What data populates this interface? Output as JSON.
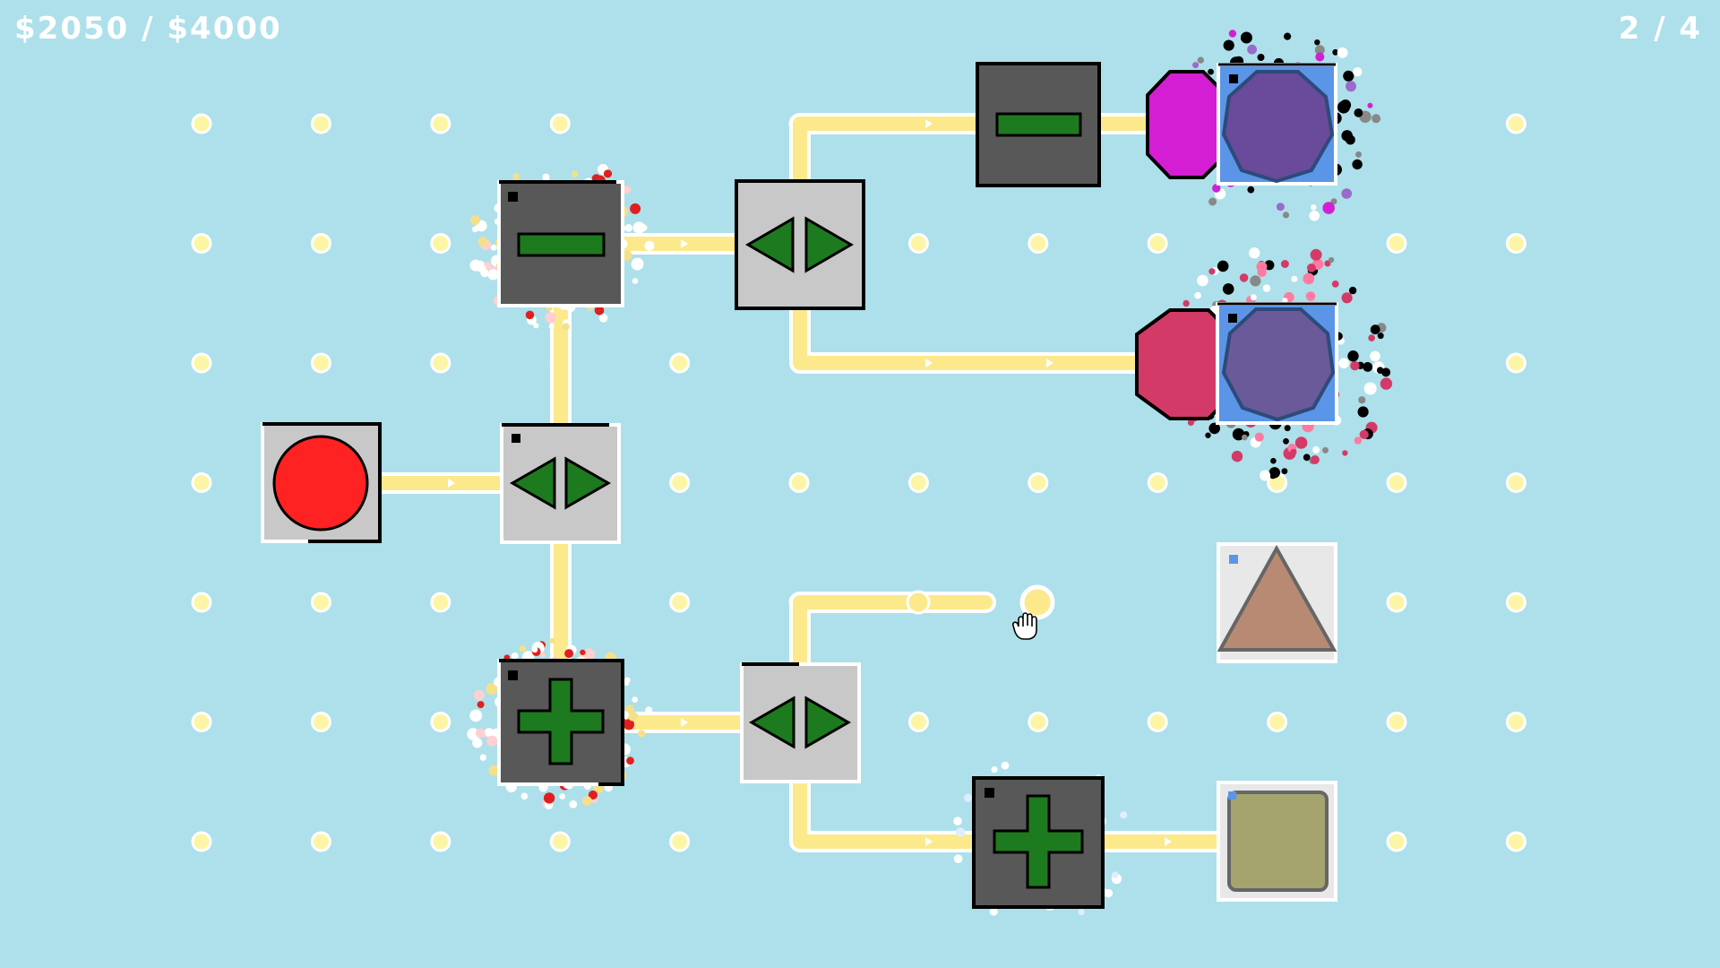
{
  "hud": {
    "money": "$2050 / $4000",
    "level": "2 / 4"
  },
  "palette": {
    "background": "#ade0ea",
    "grid_dot_fill": "#fdf5a6",
    "grid_dot_ring": "#ffffff",
    "conveyor": "#fbe98c",
    "conveyor_edge": "#ffffff",
    "machine_dark": "#585858",
    "machine_light": "#c8c8c8",
    "machine_border": "#000000",
    "symbol_green": "#1e7a1e",
    "source_red": "#ff2222",
    "target_frame": "#5b95e8",
    "target_octagon": "#6a4a9a",
    "magenta_octagon": "#d41ed4",
    "crimson_octagon": "#d43a68",
    "triangle": "#b88a74",
    "olive_square": "#a5a46e"
  },
  "board": {
    "cols": 12,
    "rows": 7,
    "source": {
      "name": "source-red-circle",
      "icon": "red-circle-icon",
      "col": 1,
      "row": 3
    },
    "splitters": [
      {
        "name": "splitter-left-right-1",
        "icon": "left-right-arrows-icon",
        "col": 3,
        "row": 3
      },
      {
        "name": "splitter-left-right-2",
        "icon": "left-right-arrows-icon",
        "col": 5,
        "row": 1
      },
      {
        "name": "splitter-left-right-3",
        "icon": "left-right-arrows-icon",
        "col": 5,
        "row": 5
      }
    ],
    "operators": [
      {
        "name": "minus-machine-1",
        "icon": "minus-icon",
        "col": 3,
        "row": 1
      },
      {
        "name": "minus-machine-2",
        "icon": "minus-icon",
        "col": 7,
        "row": 0
      },
      {
        "name": "plus-machine-1",
        "icon": "plus-icon",
        "col": 3,
        "row": 5
      },
      {
        "name": "plus-machine-2",
        "icon": "plus-icon",
        "col": 7,
        "row": 6
      }
    ],
    "targets": [
      {
        "name": "target-octagon-top",
        "icon": "octagon-icon",
        "col": 9,
        "row": 0
      },
      {
        "name": "target-octagon-middle",
        "icon": "octagon-icon",
        "col": 9,
        "row": 2
      },
      {
        "name": "target-triangle",
        "icon": "triangle-icon",
        "col": 9,
        "row": 4
      },
      {
        "name": "target-square",
        "icon": "rounded-square-icon",
        "col": 9,
        "row": 6
      }
    ],
    "cursor": {
      "name": "hand-cursor-icon",
      "col": 7.2,
      "row": 4.2
    }
  }
}
